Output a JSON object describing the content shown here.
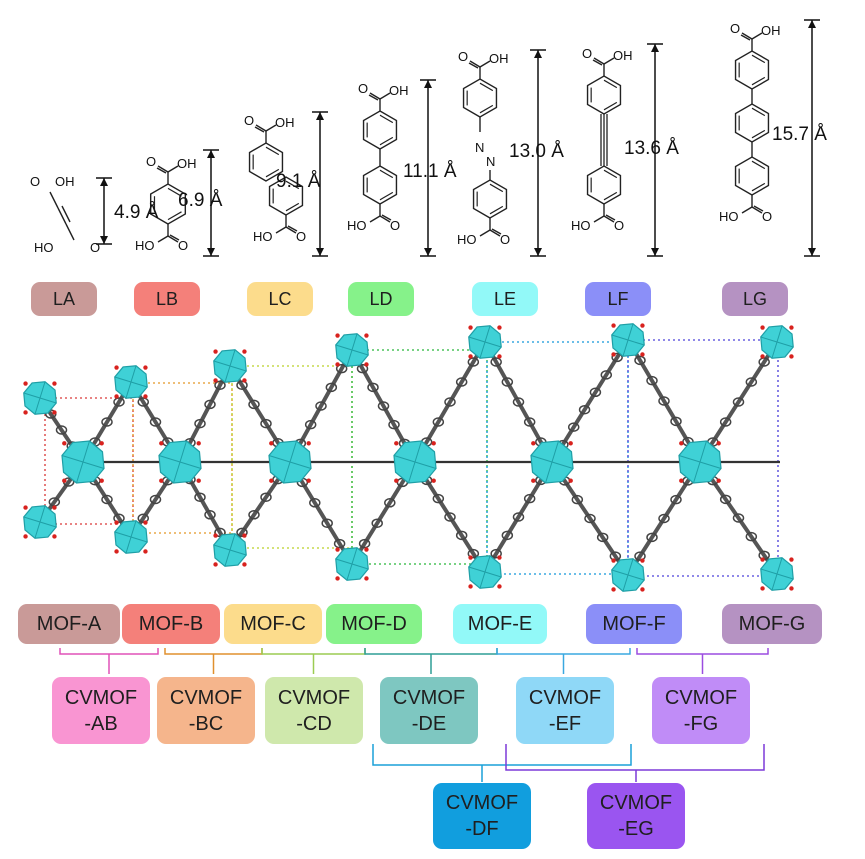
{
  "ligands": [
    {
      "id": "LA",
      "label": "LA",
      "length": "4.9 Å",
      "color": "#c99a98"
    },
    {
      "id": "LB",
      "label": "LB",
      "length": "6.9 Å",
      "color": "#f4807a"
    },
    {
      "id": "LC",
      "label": "LC",
      "length": "9.1 Å",
      "color": "#fcdc8c"
    },
    {
      "id": "LD",
      "label": "LD",
      "length": "11.1 Å",
      "color": "#86f28a"
    },
    {
      "id": "LE",
      "label": "LE",
      "length": "13.0 Å",
      "color": "#92f9f8"
    },
    {
      "id": "LF",
      "label": "LF",
      "length": "13.6 Å",
      "color": "#8b8ff8"
    },
    {
      "id": "LG",
      "label": "LG",
      "length": "15.7 Å",
      "color": "#b592c2"
    }
  ],
  "functional_groups": {
    "acid_top": "OH",
    "acid_bottom": "HO"
  },
  "mofs": [
    {
      "label": "MOF-A",
      "color": "#c99a98"
    },
    {
      "label": "MOF-B",
      "color": "#f4807a"
    },
    {
      "label": "MOF-C",
      "color": "#fcdc8c"
    },
    {
      "label": "MOF-D",
      "color": "#86f28a"
    },
    {
      "label": "MOF-E",
      "color": "#92f9f8"
    },
    {
      "label": "MOF-F",
      "color": "#8b8ff8"
    },
    {
      "label": "MOF-G",
      "color": "#b592c2"
    }
  ],
  "cvmofs": [
    {
      "line1": "CVMOF",
      "line2": "-AB",
      "color": "#f995d2",
      "bracket": "#e052b8"
    },
    {
      "line1": "CVMOF",
      "line2": "-BC",
      "color": "#f5b58c",
      "bracket": "#e0902e"
    },
    {
      "line1": "CVMOF",
      "line2": "-CD",
      "color": "#cfe8ac",
      "bracket": "#9ccc52"
    },
    {
      "line1": "CVMOF",
      "line2": "-DE",
      "color": "#7ec7c1",
      "bracket": "#2e9e96"
    },
    {
      "line1": "CVMOF",
      "line2": "-EF",
      "color": "#8fd8f7",
      "bracket": "#3aa8e0"
    },
    {
      "line1": "CVMOF",
      "line2": "-FG",
      "color": "#c08cf7",
      "bracket": "#9b4de0"
    },
    {
      "line1": "CVMOF",
      "line2": "-DF",
      "color": "#119ede",
      "bracket": "#1aa0d8"
    },
    {
      "line1": "CVMOF",
      "line2": "-EG",
      "color": "#9a55f0",
      "bracket": "#7d3ad8"
    }
  ],
  "colors": {
    "cluster": "#3fd1d6",
    "cluster_edge": "#1f9fa6",
    "oxygen": "#d8221e",
    "linker": "#555555",
    "nitrogen": "#2438c8"
  }
}
